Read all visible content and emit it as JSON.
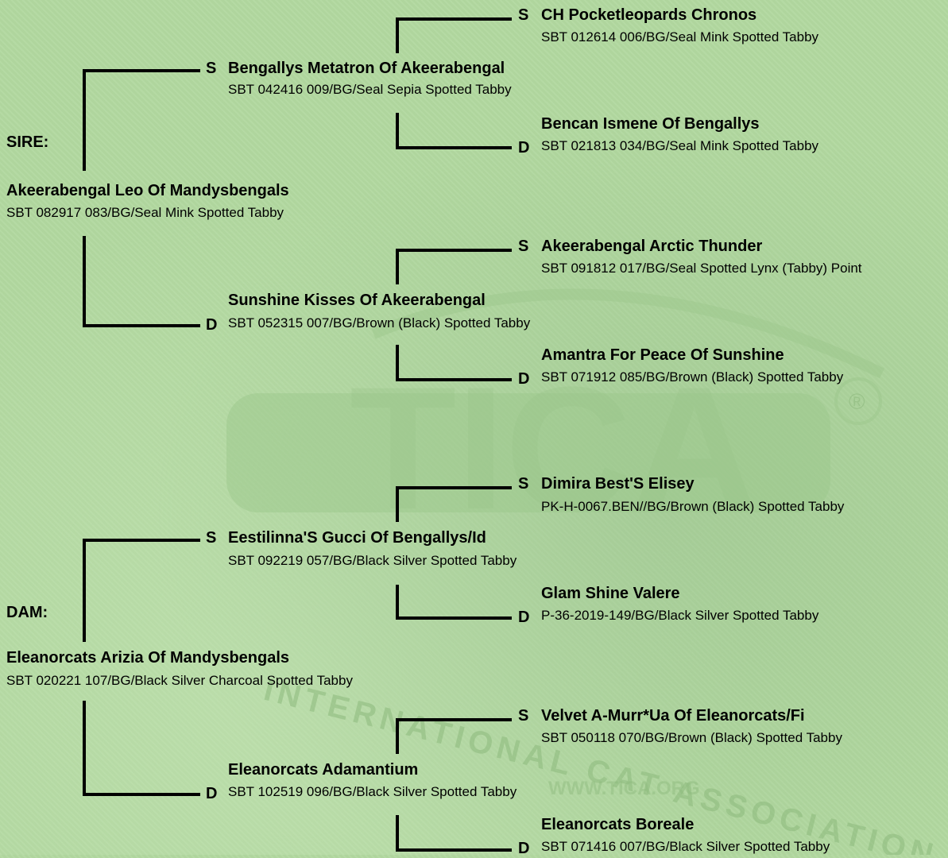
{
  "sire_label": "SIRE:",
  "dam_label": "DAM:",
  "sire": {
    "name": "Akeerabengal Leo Of Mandysbengals",
    "reg": "SBT 082917 083/BG/Seal Mink Spotted Tabby",
    "sire": {
      "marker": "S",
      "name": "Bengallys Metatron Of Akeerabengal",
      "reg": "SBT 042416 009/BG/Seal Sepia Spotted Tabby",
      "sire": {
        "marker": "S",
        "name": "CH Pocketleopards Chronos",
        "reg": "SBT 012614 006/BG/Seal Mink Spotted Tabby"
      },
      "dam": {
        "marker": "D",
        "name": "Bencan Ismene Of Bengallys",
        "reg": "SBT 021813 034/BG/Seal Mink Spotted Tabby"
      }
    },
    "dam": {
      "marker": "D",
      "name": "Sunshine Kisses Of Akeerabengal",
      "reg": "SBT 052315 007/BG/Brown (Black) Spotted Tabby",
      "sire": {
        "marker": "S",
        "name": "Akeerabengal Arctic Thunder",
        "reg": "SBT 091812 017/BG/Seal Spotted Lynx (Tabby) Point"
      },
      "dam": {
        "marker": "D",
        "name": "Amantra For Peace Of Sunshine",
        "reg": "SBT 071912 085/BG/Brown (Black) Spotted Tabby"
      }
    }
  },
  "dam": {
    "name": "Eleanorcats Arizia Of Mandysbengals",
    "reg": "SBT 020221 107/BG/Black Silver Charcoal Spotted Tabby",
    "sire": {
      "marker": "S",
      "name": "Eestilinna'S Gucci Of Bengallys/Id",
      "reg": "SBT 092219 057/BG/Black Silver Spotted Tabby",
      "sire": {
        "marker": "S",
        "name": "Dimira Best'S Elisey",
        "reg": "PK-H-0067.BEN//BG/Brown (Black) Spotted Tabby"
      },
      "dam": {
        "marker": "D",
        "name": "Glam Shine Valere",
        "reg": "P-36-2019-149/BG/Black Silver Spotted Tabby"
      }
    },
    "dam": {
      "marker": "D",
      "name": "Eleanorcats Adamantium",
      "reg": "SBT 102519 096/BG/Black Silver Spotted Tabby",
      "sire": {
        "marker": "S",
        "name": "Velvet A-Murr*Ua Of Eleanorcats/Fi",
        "reg": "SBT 050118 070/BG/Brown (Black) Spotted Tabby"
      },
      "dam": {
        "marker": "D",
        "name": "Eleanorcats Boreale",
        "reg": "SBT 071416 007/BG/Black Silver Spotted Tabby"
      }
    }
  },
  "watermark_text": "INTERNATIONAL CAT ASSOCIATION",
  "watermark_url": "WWW.TICA.ORG",
  "watermark_logo": "TICA",
  "watermark_reg_mark": "®",
  "colors": {
    "background": "#b2d9a0",
    "text": "#000000",
    "watermark": "#98c488"
  }
}
